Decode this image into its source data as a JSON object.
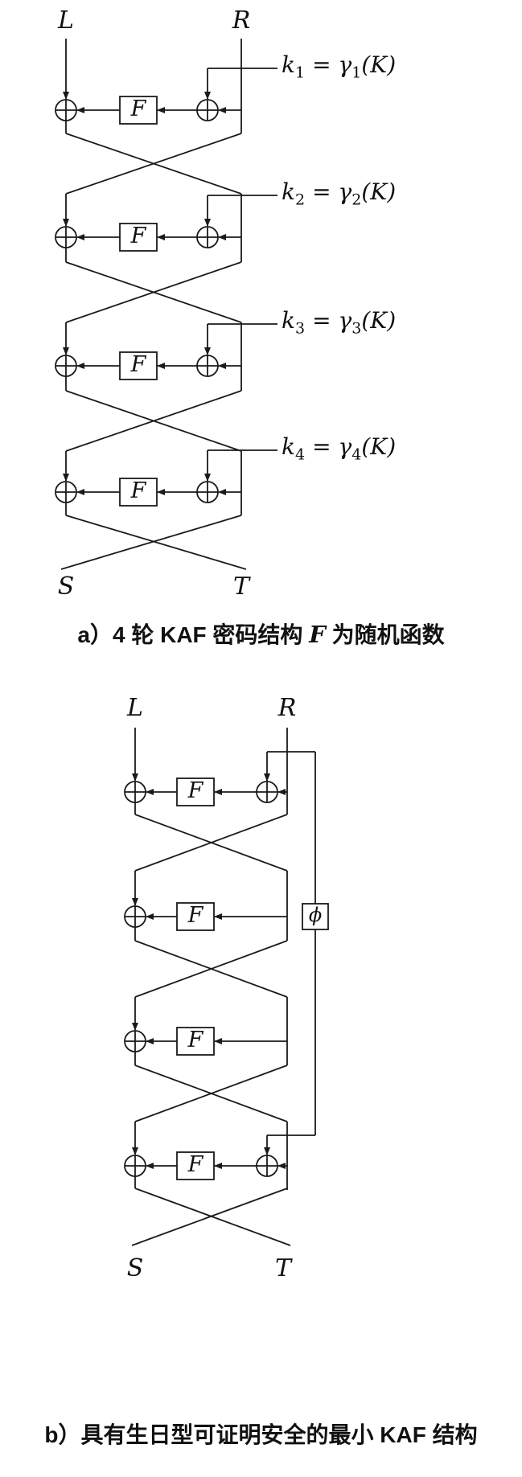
{
  "figure": {
    "part_a": {
      "input_left": "L",
      "input_right": "R",
      "output_left": "S",
      "output_right": "T",
      "function_label": "F",
      "round_keys": [
        {
          "name": "k",
          "name_sub": "1",
          "eq": "=",
          "fn": "γ",
          "fn_sub": "1",
          "arg": "(K)"
        },
        {
          "name": "k",
          "name_sub": "2",
          "eq": "=",
          "fn": "γ",
          "fn_sub": "2",
          "arg": "(K)"
        },
        {
          "name": "k",
          "name_sub": "3",
          "eq": "=",
          "fn": "γ",
          "fn_sub": "3",
          "arg": "(K)"
        },
        {
          "name": "k",
          "name_sub": "4",
          "eq": "=",
          "fn": "γ",
          "fn_sub": "4",
          "arg": "(K)"
        }
      ],
      "caption": {
        "prefix": "a）4 轮 KAF 密码结构 ",
        "var": "F",
        "suffix": " 为随机函数"
      }
    },
    "part_b": {
      "input_left": "L",
      "input_right": "R",
      "output_left": "S",
      "output_right": "T",
      "function_label": "F",
      "phi_label": "ϕ",
      "caption": "b）具有生日型可证明安全的最小 KAF 结构"
    }
  }
}
